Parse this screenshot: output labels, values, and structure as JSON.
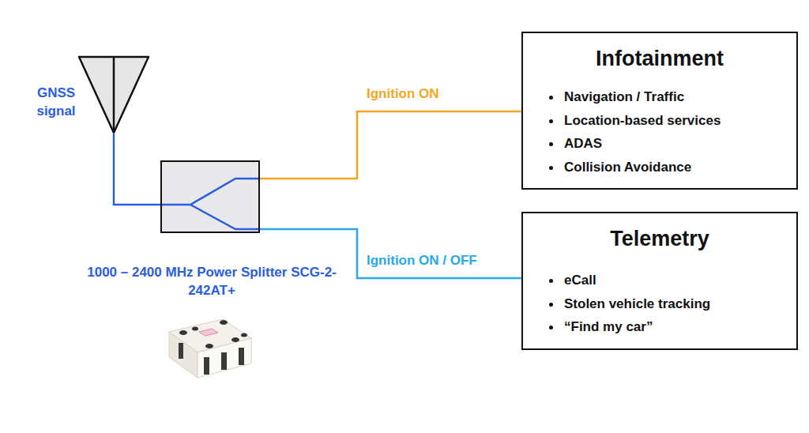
{
  "diagram": {
    "nodes": [
      {
        "text": [
          "1000 – 2400 MHz Power Splitter SCG-2-242AT+"
        ]
      },
      {
        "text": [
          "Infotainment",
          "Navigation / Traffic",
          "Location-based services",
          "ADAS",
          "Collision Avoidance"
        ]
      },
      {
        "text": [
          "Telemetry",
          "eCall",
          "Stolen vehicle tracking",
          "“Find my car”"
        ]
      }
    ],
    "edges": [
      {
        "from": 0,
        "to": 1,
        "label": "Ignition ON",
        "arrow": "none"
      },
      {
        "from": 0,
        "to": 2,
        "label": "Ignition ON / OFF",
        "arrow": "none"
      }
    ],
    "labels": [
      "GNSS signal"
    ]
  }
}
